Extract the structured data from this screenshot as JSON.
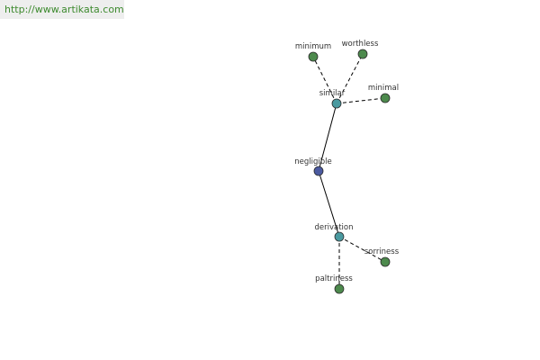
{
  "watermark": {
    "url": "http://www.artikata.com"
  },
  "colors": {
    "center": "#4b5aa0",
    "hub": "#4a9aa0",
    "leaf": "#4d8a4d",
    "watermark_text": "#3d8a2e"
  },
  "graph": {
    "nodes": [
      {
        "id": "negligible",
        "label": "negligible",
        "kind": "center"
      },
      {
        "id": "similar",
        "label": "similar",
        "kind": "hub"
      },
      {
        "id": "derivation",
        "label": "derivation",
        "kind": "hub"
      },
      {
        "id": "minimum",
        "label": "minimum",
        "kind": "leaf"
      },
      {
        "id": "worthless",
        "label": "worthless",
        "kind": "leaf"
      },
      {
        "id": "minimal",
        "label": "minimal",
        "kind": "leaf"
      },
      {
        "id": "sorriness",
        "label": "sorriness",
        "kind": "leaf"
      },
      {
        "id": "paltriness",
        "label": "paltriness",
        "kind": "leaf"
      }
    ],
    "edges": [
      {
        "from": "negligible",
        "to": "similar",
        "style": "solid"
      },
      {
        "from": "negligible",
        "to": "derivation",
        "style": "solid"
      },
      {
        "from": "similar",
        "to": "minimum",
        "style": "dashed"
      },
      {
        "from": "similar",
        "to": "worthless",
        "style": "dashed"
      },
      {
        "from": "similar",
        "to": "minimal",
        "style": "dashed"
      },
      {
        "from": "derivation",
        "to": "sorriness",
        "style": "dashed"
      },
      {
        "from": "derivation",
        "to": "paltriness",
        "style": "dashed"
      }
    ]
  }
}
